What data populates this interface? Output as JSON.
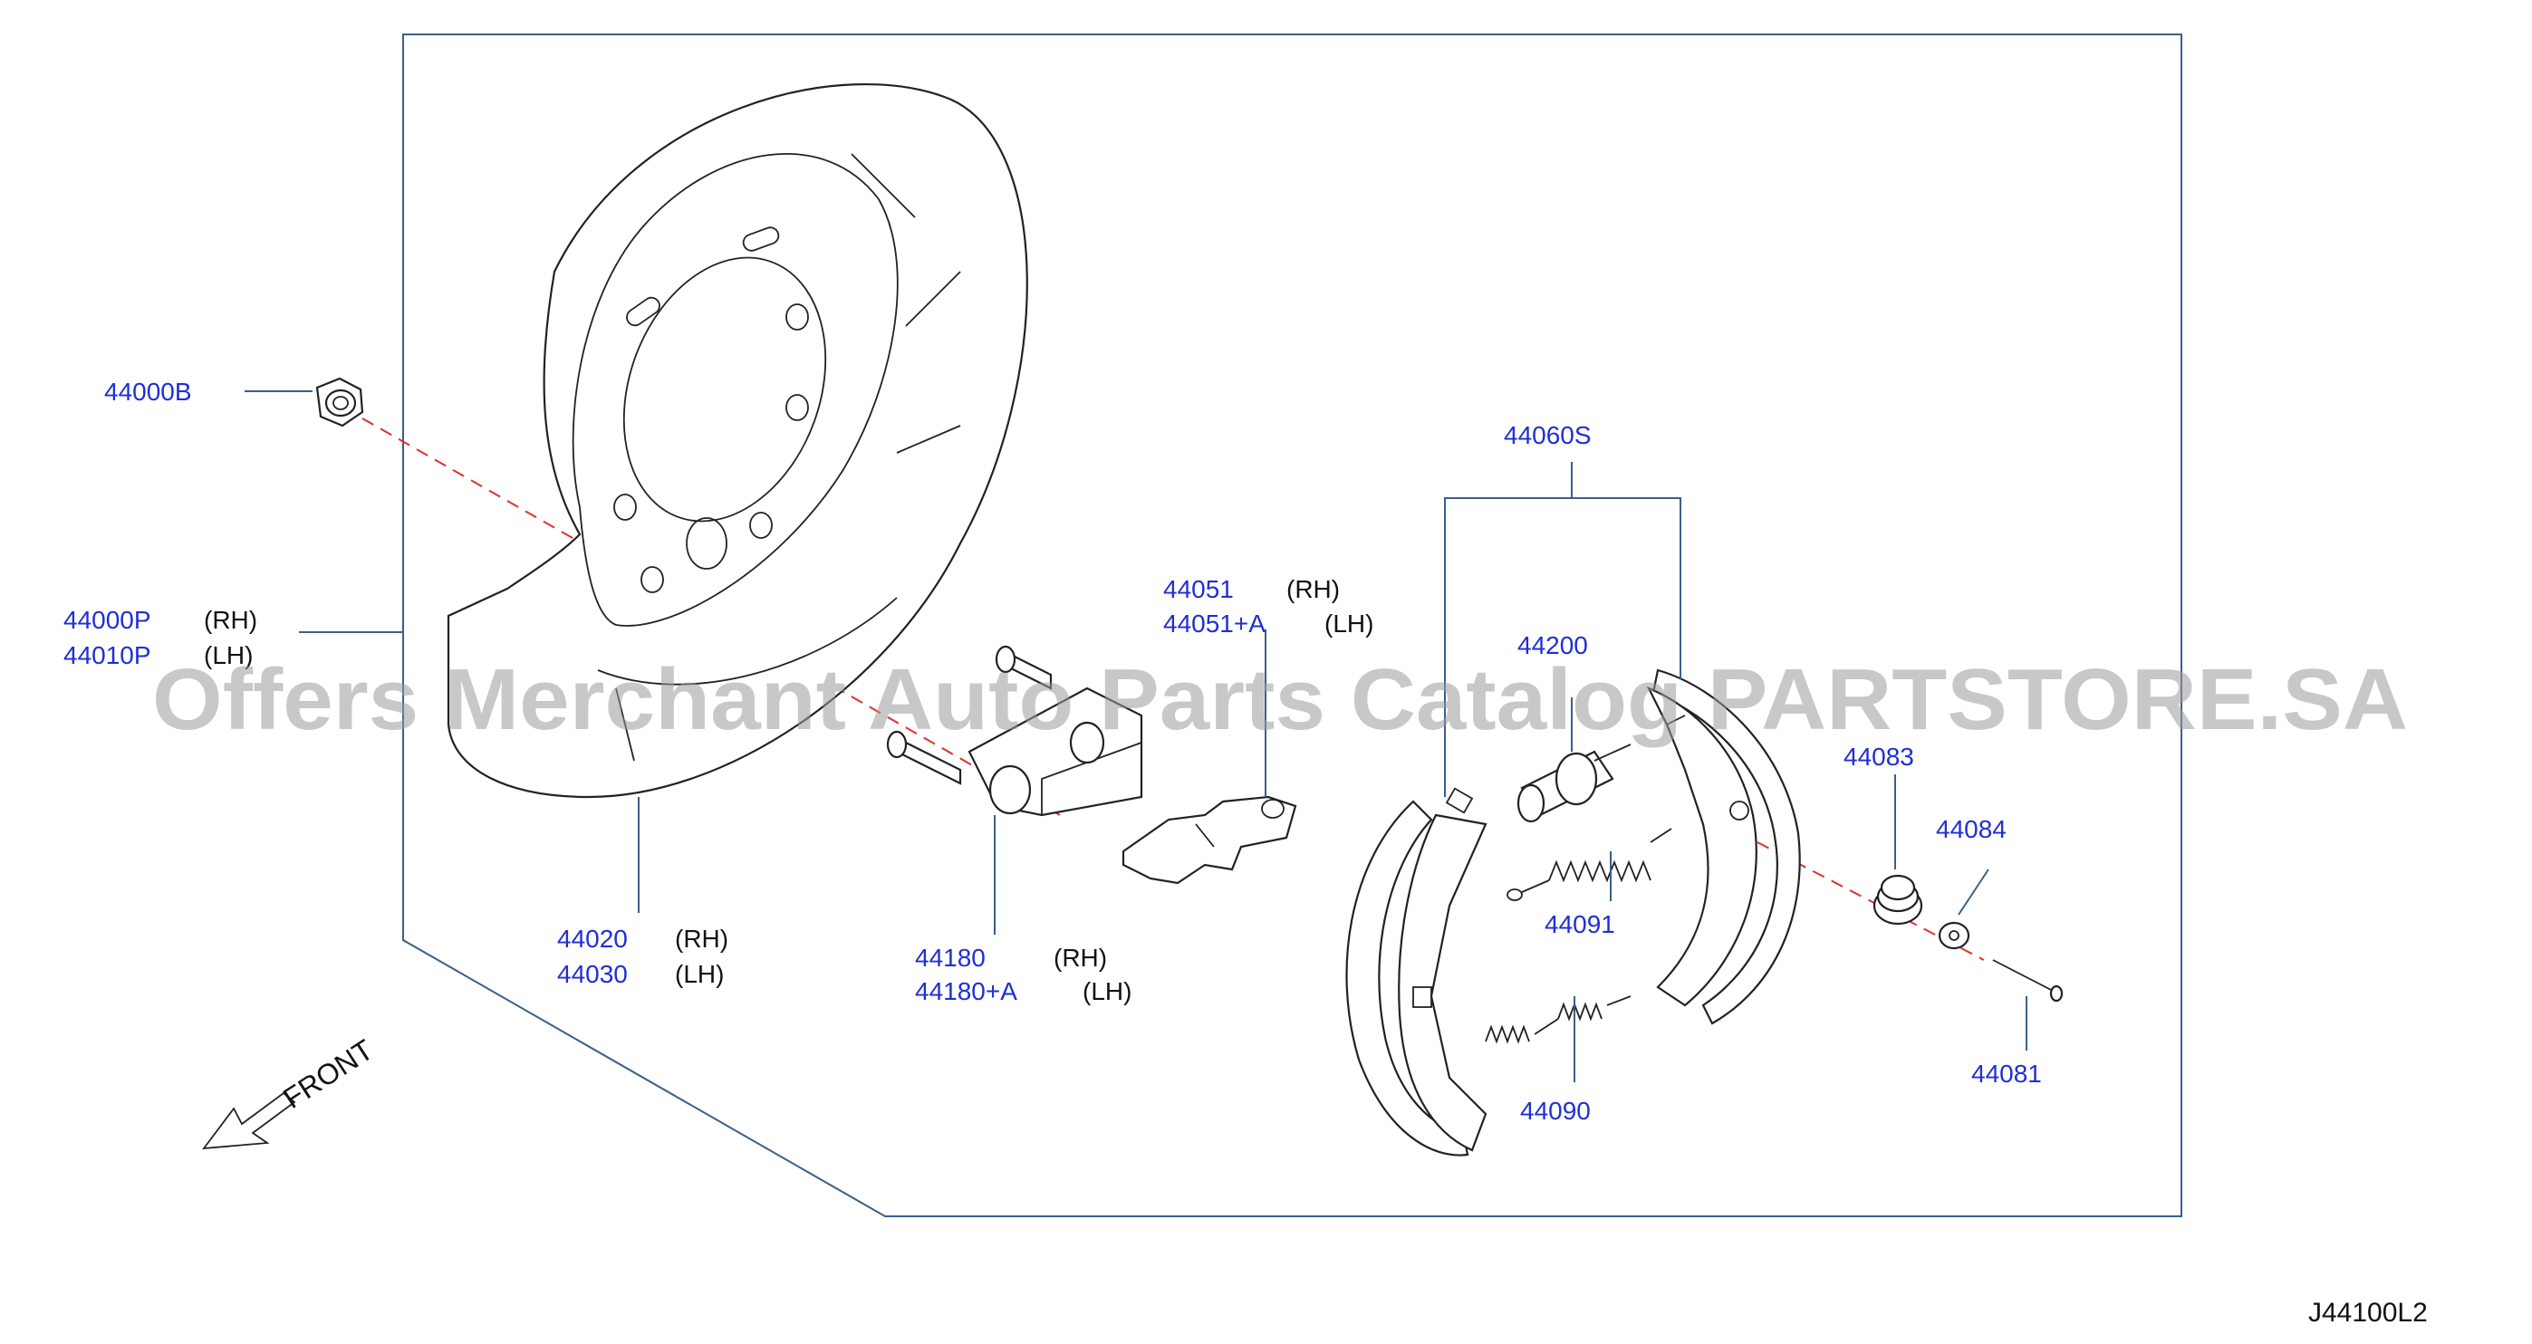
{
  "diagram_id": "J44100L2",
  "front_label": "FRONT",
  "watermark": "Offers Merchant Auto Parts Catalog PARTSTORE.SA",
  "colors": {
    "part_number": "#1f2fd6",
    "leader": "#3a5f8a",
    "centerline": "#e03030"
  },
  "callouts": {
    "p44000B": {
      "part": "44000B"
    },
    "p44000P": {
      "part": "44000P",
      "side": "(RH)"
    },
    "p44010P": {
      "part": "44010P",
      "side": "(LH)"
    },
    "p44020": {
      "part": "44020",
      "side": "(RH)"
    },
    "p44030": {
      "part": "44030",
      "side": "(LH)"
    },
    "p44180": {
      "part": "44180",
      "side": "(RH)"
    },
    "p44180A": {
      "part": "44180+A",
      "side": "(LH)"
    },
    "p44051": {
      "part": "44051",
      "side": "(RH)"
    },
    "p44051A": {
      "part": "44051+A",
      "side": "(LH)"
    },
    "p44060S": {
      "part": "44060S"
    },
    "p44200": {
      "part": "44200"
    },
    "p44091": {
      "part": "44091"
    },
    "p44090": {
      "part": "44090"
    },
    "p44083": {
      "part": "44083"
    },
    "p44084": {
      "part": "44084"
    },
    "p44081": {
      "part": "44081"
    }
  }
}
